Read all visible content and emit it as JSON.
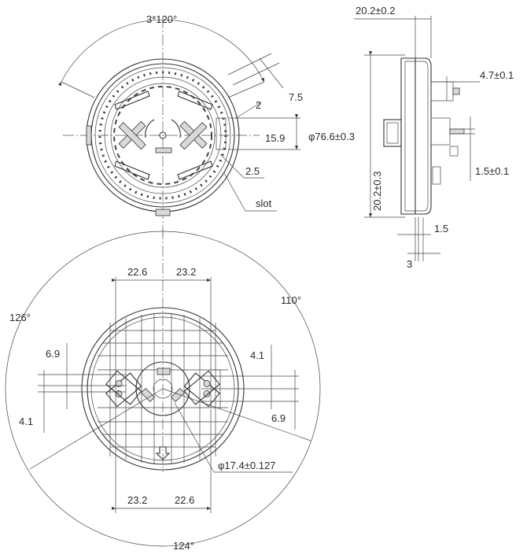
{
  "top_view": {
    "angle_label": "3*120°",
    "dim_7_5": "7.5",
    "dim_2": "2",
    "dim_15_9": "15.9",
    "dim_diameter": "φ76.6±0.3",
    "dim_2_5": "2.5",
    "slot_label": "slot"
  },
  "side_view": {
    "dim_width": "20.2±0.2",
    "dim_4_7": "4.7±0.1",
    "dim_1_5_pm": "1.5±0.1",
    "dim_height": "20.2±0.3",
    "dim_1_5": "1.5",
    "dim_3": "3"
  },
  "bottom_view": {
    "dim_22_6_top": "22.6",
    "dim_23_2_top": "23.2",
    "angle_110": "110°",
    "angle_126": "126°",
    "dim_6_9_left": "6.9",
    "dim_4_1_left": "4.1",
    "dim_4_1_right": "4.1",
    "dim_6_9_right": "6.9",
    "dim_center_diameter": "φ17.4±0.127",
    "dim_23_2_bottom": "23.2",
    "dim_22_6_bottom": "22.6",
    "angle_124": "124°"
  }
}
